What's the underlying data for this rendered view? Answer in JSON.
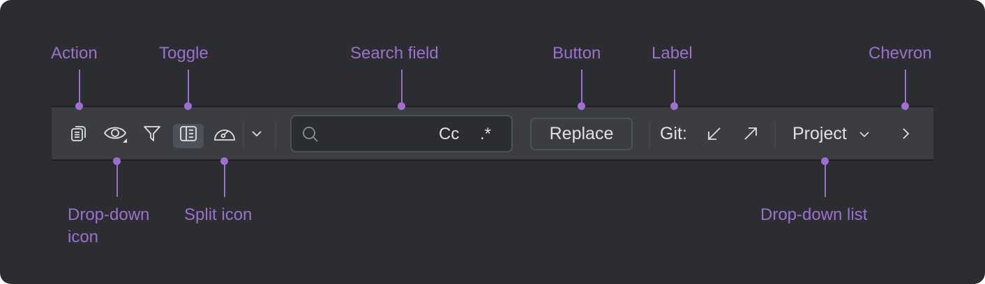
{
  "callouts": {
    "top": [
      {
        "label": "Action"
      },
      {
        "label": "Toggle"
      },
      {
        "label": "Search field"
      },
      {
        "label": "Button"
      },
      {
        "label": "Label"
      },
      {
        "label": "Chevron"
      }
    ],
    "bottom": [
      {
        "label": "Drop-down",
        "label2": "icon"
      },
      {
        "label": "Split icon"
      },
      {
        "label": "Drop-down list"
      }
    ]
  },
  "toolbar": {
    "icons": {
      "action": "copy-document-icon",
      "dropdown": "eye-dropdown-icon",
      "filter": "filter-icon",
      "toggle": "split-panel-toggle-icon",
      "split": "gauge-icon",
      "more": "chevron-down-icon"
    },
    "search": {
      "placeholder": "",
      "value": "",
      "match_case_label": "Cc",
      "regex_label": ".*"
    },
    "replace_button": "Replace",
    "git_label": "Git:",
    "git_actions": [
      "arrow-down-left-icon",
      "arrow-up-right-icon"
    ],
    "project_dropdown": "Project",
    "chevron": "chevron-right-icon"
  },
  "colors": {
    "background": "#2b2d30",
    "toolbar": "#3b3d43",
    "accent": "#9d70cf",
    "text": "#dfe1e5",
    "toggle_selected": "#4e5157"
  }
}
